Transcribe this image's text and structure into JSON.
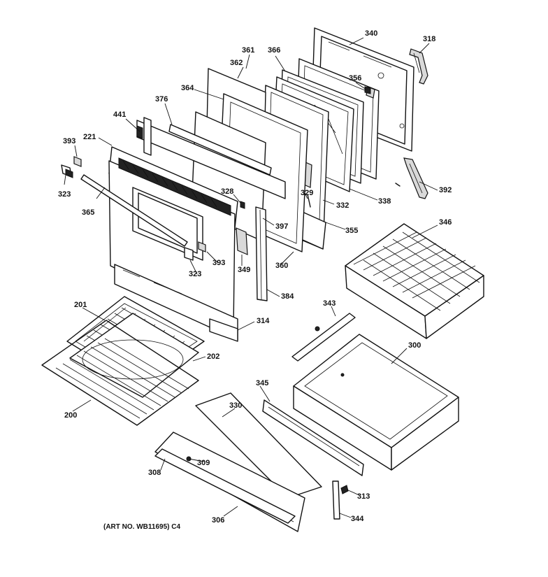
{
  "labels": {
    "p340": "340",
    "p318": "318",
    "p361": "361",
    "p366": "366",
    "p362": "362",
    "p356": "356",
    "p364": "364",
    "p376": "376",
    "p441": "441",
    "p221": "221",
    "p393a": "393",
    "p323a": "323",
    "p365": "365",
    "p328": "328",
    "p329": "329",
    "p332": "332",
    "p338": "338",
    "p392": "392",
    "p397": "397",
    "p355": "355",
    "p346": "346",
    "p393b": "393",
    "p323b": "323",
    "p349": "349",
    "p360": "360",
    "p384": "384",
    "p343": "343",
    "p201": "201",
    "p314": "314",
    "p300": "300",
    "p202": "202",
    "p345": "345",
    "p330": "330",
    "p200": "200",
    "p309": "309",
    "p308": "308",
    "p313": "313",
    "p344": "344",
    "p306": "306"
  },
  "art_number": "(ART NO. WB11695) C4"
}
